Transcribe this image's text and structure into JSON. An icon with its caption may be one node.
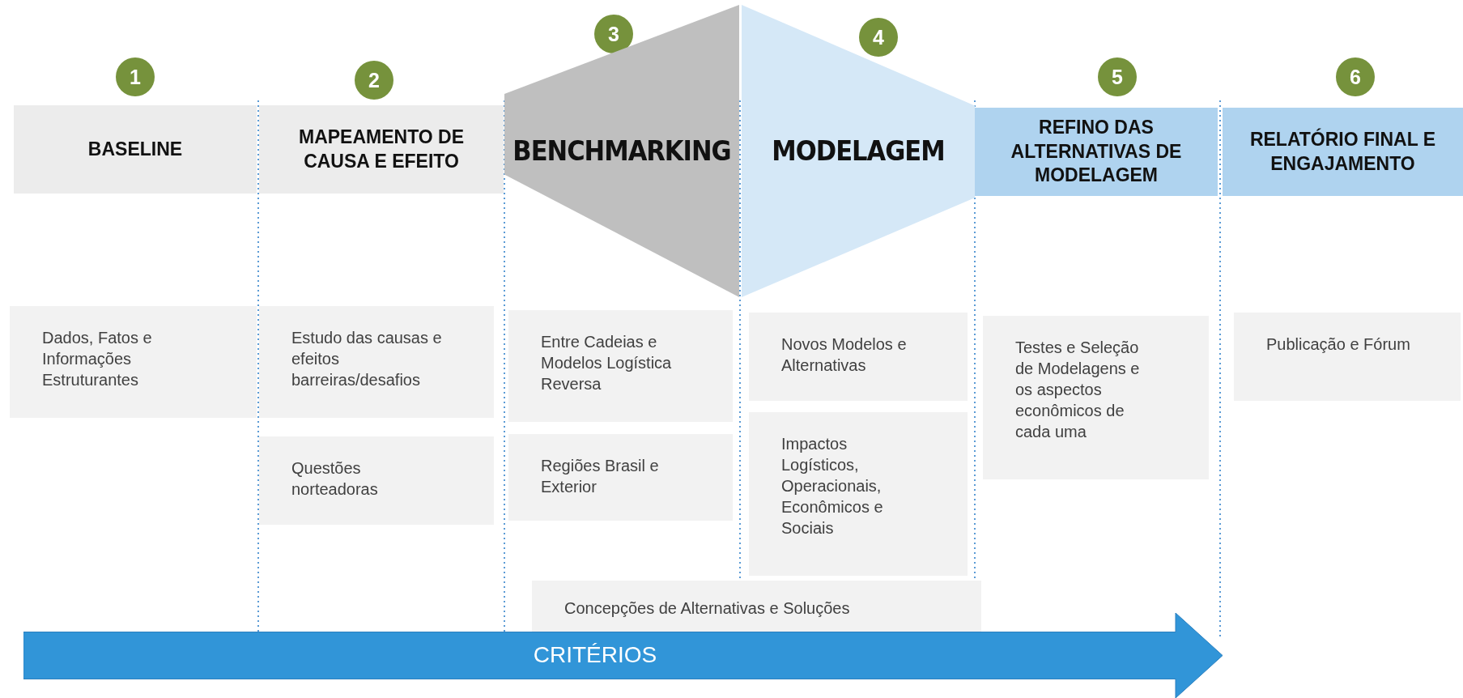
{
  "diagram": {
    "nodes": [
      {
        "text": [
          "1"
        ]
      },
      {
        "text": [
          "BASELINE"
        ]
      },
      {
        "text": [
          "2"
        ]
      },
      {
        "text": [
          "MAPEAMENTO DE CAUSA E EFEITO"
        ]
      },
      {
        "text": [
          "3"
        ]
      },
      {
        "text": [
          "BENCHMARKING"
        ]
      },
      {
        "text": [
          "4"
        ]
      },
      {
        "text": [
          "MODELAGEM"
        ]
      },
      {
        "text": [
          "5"
        ]
      },
      {
        "text": [
          "REFINO DAS ALTERNATIVAS DE MODELAGEM"
        ]
      },
      {
        "text": [
          "6"
        ]
      },
      {
        "text": [
          "RELATÓRIO FINAL E ENGAJAMENTO"
        ]
      },
      {
        "text": [
          "Dados, Fatos e Informações Estruturantes"
        ]
      },
      {
        "text": [
          "Estudo das causas e efeitos barreiras/desafios"
        ]
      },
      {
        "text": [
          "Questões norteadoras"
        ]
      },
      {
        "text": [
          "Entre Cadeias e Modelos Logística Reversa"
        ]
      },
      {
        "text": [
          "Regiões Brasil e Exterior"
        ]
      },
      {
        "text": [
          "Novos Modelos e Alternativas"
        ]
      },
      {
        "text": [
          "Impactos Logísticos, Operacionais, Econômicos e Sociais"
        ]
      },
      {
        "text": [
          "Testes e Seleção de Modelagens e os aspectos econômicos de cada uma"
        ]
      },
      {
        "text": [
          "Publicação e Fórum"
        ]
      },
      {
        "text": [
          "Concepções de Alternativas e Soluções"
        ]
      },
      {
        "text": [
          "CRITÉRIOS"
        ]
      }
    ]
  }
}
